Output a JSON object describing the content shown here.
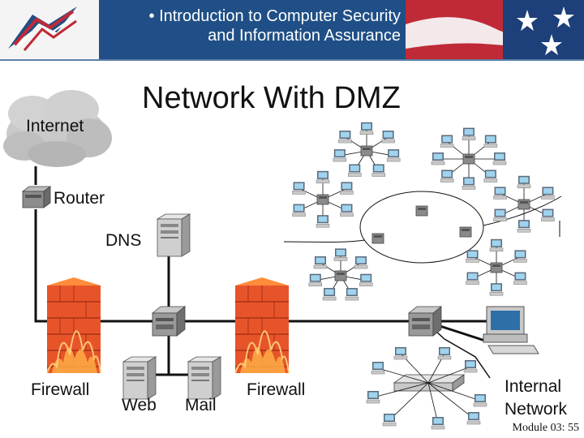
{
  "banner": {
    "title": "• Introduction to Computer Security\nand Information Assurance"
  },
  "diagram": {
    "title": "Network With DMZ",
    "labels": {
      "internet": "Internet",
      "router": "Router",
      "dns": "DNS",
      "firewall_left": "Firewall",
      "web": "Web",
      "mail": "Mail",
      "firewall_right": "Firewall",
      "internal_network": "Internal\nNetwork"
    }
  },
  "footer": {
    "module": "Module 03: 55"
  },
  "colors": {
    "banner_blue": "#1f4f86",
    "flag_red": "#c02a36",
    "flame": "#e8542a"
  }
}
